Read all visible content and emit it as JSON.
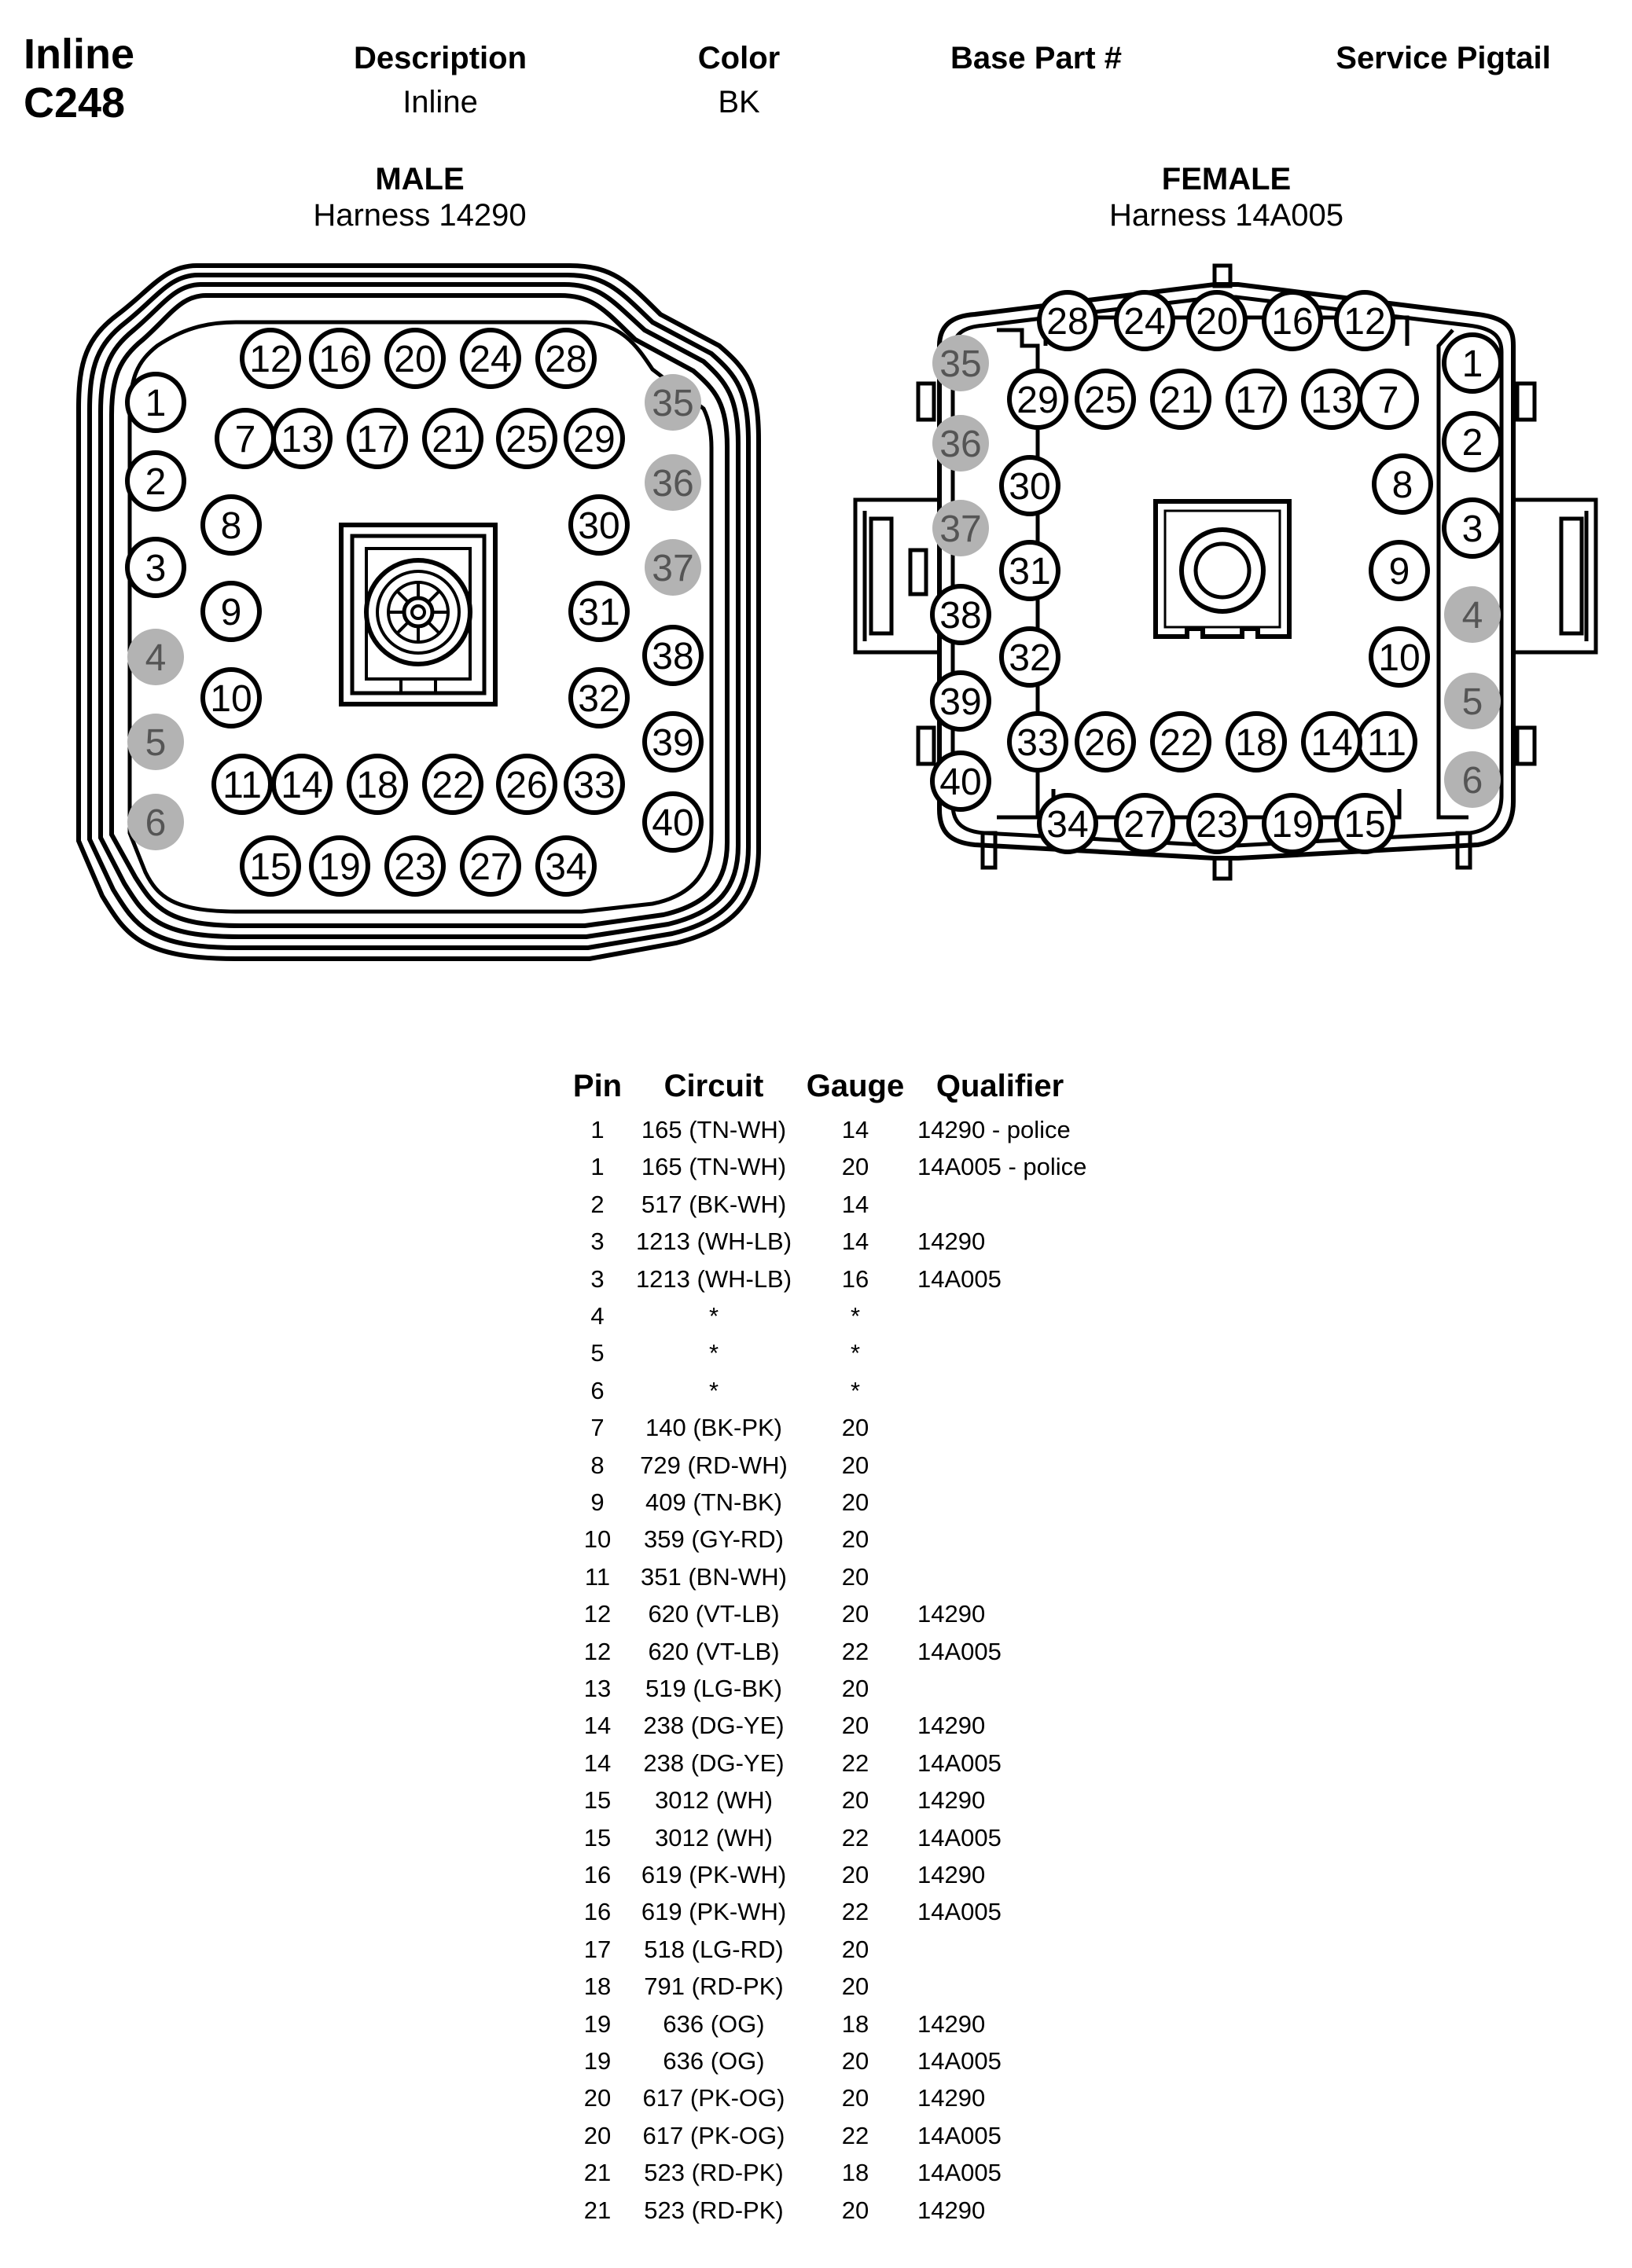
{
  "connector": {
    "title_line1": "Inline",
    "title_line2": "C248"
  },
  "header": {
    "description_label": "Description",
    "description_value": "Inline",
    "color_label": "Color",
    "color_value": "BK",
    "base_part_label": "Base Part #",
    "service_pigtail_label": "Service Pigtail"
  },
  "male": {
    "label": "MALE",
    "harness": "Harness 14290"
  },
  "female": {
    "label": "FEMALE",
    "harness": "Harness 14A005"
  },
  "colors": {
    "empty_pin_fill": "#b3b3b3",
    "line": "#000000",
    "background": "#ffffff"
  },
  "male_pins": [
    "1",
    "2",
    "3",
    "4",
    "5",
    "6",
    "7",
    "8",
    "9",
    "10",
    "11",
    "12",
    "13",
    "14",
    "15",
    "16",
    "17",
    "18",
    "19",
    "20",
    "21",
    "22",
    "23",
    "24",
    "25",
    "26",
    "27",
    "28",
    "29",
    "30",
    "31",
    "32",
    "33",
    "34",
    "35",
    "36",
    "37",
    "38",
    "39",
    "40"
  ],
  "female_pins": [
    "1",
    "2",
    "3",
    "4",
    "5",
    "6",
    "7",
    "8",
    "9",
    "10",
    "11",
    "12",
    "13",
    "14",
    "15",
    "16",
    "17",
    "18",
    "19",
    "20",
    "21",
    "22",
    "23",
    "24",
    "25",
    "26",
    "27",
    "28",
    "29",
    "30",
    "31",
    "32",
    "33",
    "34",
    "35",
    "36",
    "37",
    "38",
    "39",
    "40"
  ],
  "empty_pins": [
    "4",
    "5",
    "6",
    "35",
    "36",
    "37"
  ],
  "table": {
    "headers": {
      "pin": "Pin",
      "circuit": "Circuit",
      "gauge": "Gauge",
      "qualifier": "Qualifier"
    },
    "rows": [
      {
        "pin": "1",
        "circuit": "165 (TN-WH)",
        "gauge": "14",
        "qualifier": "14290 - police"
      },
      {
        "pin": "1",
        "circuit": "165 (TN-WH)",
        "gauge": "20",
        "qualifier": "14A005 - police"
      },
      {
        "pin": "2",
        "circuit": "517 (BK-WH)",
        "gauge": "14",
        "qualifier": ""
      },
      {
        "pin": "3",
        "circuit": "1213 (WH-LB)",
        "gauge": "14",
        "qualifier": "14290"
      },
      {
        "pin": "3",
        "circuit": "1213 (WH-LB)",
        "gauge": "16",
        "qualifier": "14A005"
      },
      {
        "pin": "4",
        "circuit": "*",
        "gauge": "*",
        "qualifier": ""
      },
      {
        "pin": "5",
        "circuit": "*",
        "gauge": "*",
        "qualifier": ""
      },
      {
        "pin": "6",
        "circuit": "*",
        "gauge": "*",
        "qualifier": ""
      },
      {
        "pin": "7",
        "circuit": "140 (BK-PK)",
        "gauge": "20",
        "qualifier": ""
      },
      {
        "pin": "8",
        "circuit": "729 (RD-WH)",
        "gauge": "20",
        "qualifier": ""
      },
      {
        "pin": "9",
        "circuit": "409 (TN-BK)",
        "gauge": "20",
        "qualifier": ""
      },
      {
        "pin": "10",
        "circuit": "359 (GY-RD)",
        "gauge": "20",
        "qualifier": ""
      },
      {
        "pin": "11",
        "circuit": "351 (BN-WH)",
        "gauge": "20",
        "qualifier": ""
      },
      {
        "pin": "12",
        "circuit": "620 (VT-LB)",
        "gauge": "20",
        "qualifier": "14290"
      },
      {
        "pin": "12",
        "circuit": "620 (VT-LB)",
        "gauge": "22",
        "qualifier": "14A005"
      },
      {
        "pin": "13",
        "circuit": "519 (LG-BK)",
        "gauge": "20",
        "qualifier": ""
      },
      {
        "pin": "14",
        "circuit": "238 (DG-YE)",
        "gauge": "20",
        "qualifier": "14290"
      },
      {
        "pin": "14",
        "circuit": "238 (DG-YE)",
        "gauge": "22",
        "qualifier": "14A005"
      },
      {
        "pin": "15",
        "circuit": "3012 (WH)",
        "gauge": "20",
        "qualifier": "14290"
      },
      {
        "pin": "15",
        "circuit": "3012 (WH)",
        "gauge": "22",
        "qualifier": "14A005"
      },
      {
        "pin": "16",
        "circuit": "619 (PK-WH)",
        "gauge": "20",
        "qualifier": "14290"
      },
      {
        "pin": "16",
        "circuit": "619 (PK-WH)",
        "gauge": "22",
        "qualifier": "14A005"
      },
      {
        "pin": "17",
        "circuit": "518 (LG-RD)",
        "gauge": "20",
        "qualifier": ""
      },
      {
        "pin": "18",
        "circuit": "791 (RD-PK)",
        "gauge": "20",
        "qualifier": ""
      },
      {
        "pin": "19",
        "circuit": "636 (OG)",
        "gauge": "18",
        "qualifier": "14290"
      },
      {
        "pin": "19",
        "circuit": "636 (OG)",
        "gauge": "20",
        "qualifier": "14A005"
      },
      {
        "pin": "20",
        "circuit": "617 (PK-OG)",
        "gauge": "20",
        "qualifier": "14290"
      },
      {
        "pin": "20",
        "circuit": "617 (PK-OG)",
        "gauge": "22",
        "qualifier": "14A005"
      },
      {
        "pin": "21",
        "circuit": "523 (RD-PK)",
        "gauge": "18",
        "qualifier": "14A005"
      },
      {
        "pin": "21",
        "circuit": "523 (RD-PK)",
        "gauge": "20",
        "qualifier": "14290"
      }
    ]
  }
}
